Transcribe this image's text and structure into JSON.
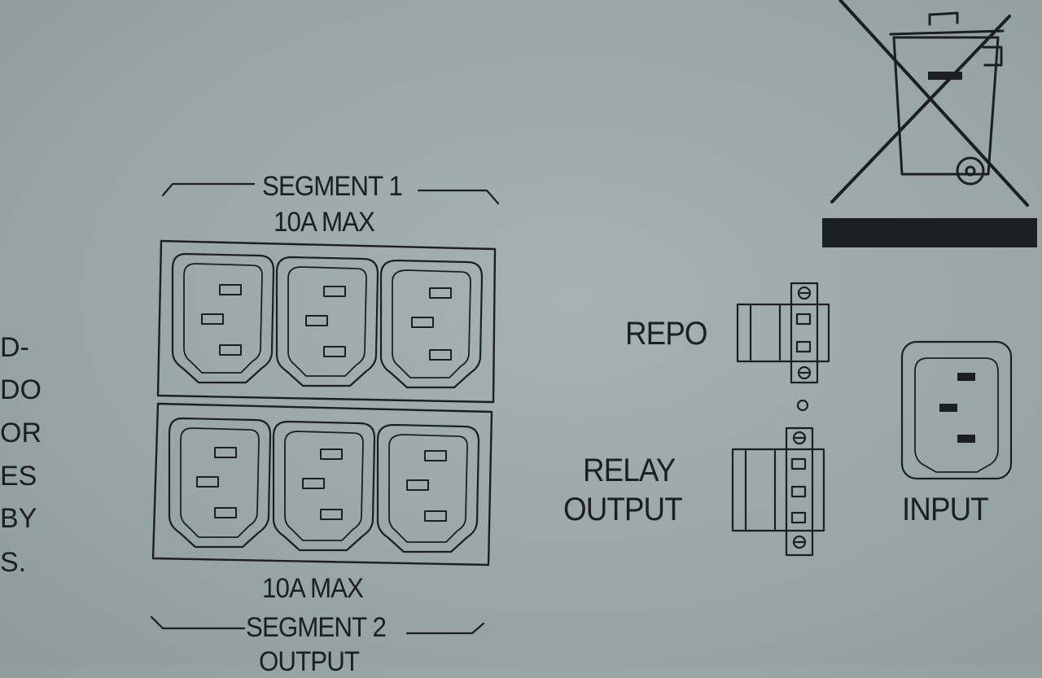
{
  "labels": {
    "segment1": "SEGMENT 1",
    "segment1_rating": "10A MAX",
    "segment2_rating": "10A MAX",
    "segment2": "SEGMENT 2",
    "output_partial": "OUTPUT",
    "repo": "REPO",
    "relay_line1": "RELAY",
    "relay_line2": "OUTPUT",
    "input": "INPUT"
  },
  "side_text_fragments": [
    "D-",
    "DO",
    "OR",
    "ES",
    "BY",
    "S."
  ],
  "icons": {
    "weee": "crossed-out-wheelie-bin-icon",
    "outlet": "iec-c13-outlet-icon",
    "inlet": "iec-c14-inlet-icon",
    "terminal": "terminal-block-connector-icon"
  },
  "colors": {
    "panel": "#9ea9a8",
    "ink": "#1c1f22"
  }
}
